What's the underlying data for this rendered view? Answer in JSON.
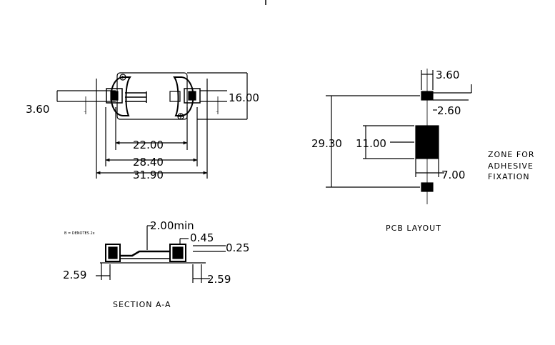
{
  "top_view": {
    "dims": {
      "height_left": "3.60",
      "height_right": "16.00",
      "inner_width": "22.00",
      "mid_width": "28.40",
      "outer_width": "31.90"
    },
    "markers": {
      "minus": "−",
      "plus": "+",
      "pin1": "1"
    }
  },
  "pcb_layout": {
    "title": "PCB LAYOUT",
    "dims": {
      "pad_width": "3.60",
      "pad_gap": "2.60",
      "total_span": "29.30",
      "center_pad": "11.00",
      "zone_width": "7.00"
    },
    "zone_note": [
      "ZONE FOR",
      "ADHESIVE",
      "FIXATION"
    ]
  },
  "section": {
    "title": "SECTION A-A",
    "note": "B = DENOTES 2x",
    "dims": {
      "min_height": "2.00min",
      "top_thickness": "0.45",
      "clearance": "0.25",
      "left_offset": "2.59",
      "right_offset": "2.59"
    }
  }
}
